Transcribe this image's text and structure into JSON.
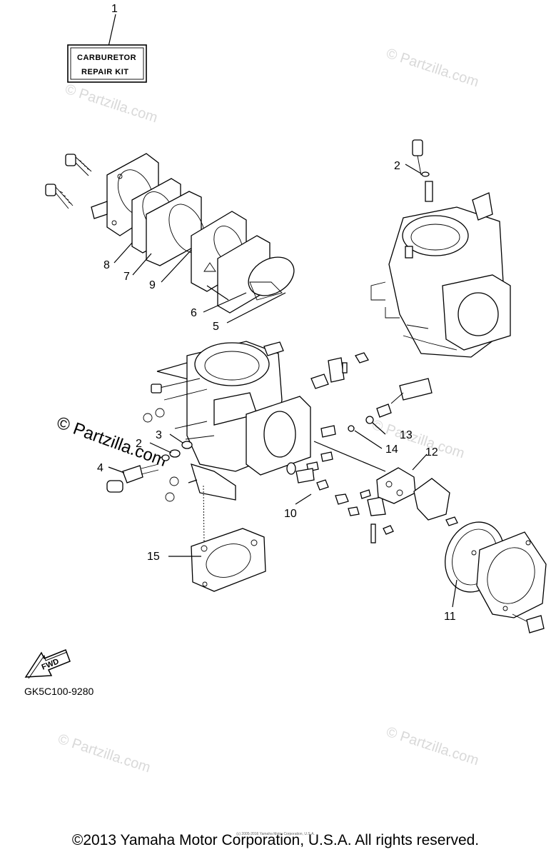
{
  "watermarks": {
    "text": "© Partzilla.com",
    "bold_text": "© Partzilla.com"
  },
  "kit_label": {
    "line1": "CARBURETOR",
    "line2": "REPAIR KIT"
  },
  "callouts": [
    "1",
    "2",
    "2",
    "3",
    "4",
    "5",
    "6",
    "7",
    "8",
    "9",
    "10",
    "11",
    "12",
    "13",
    "14",
    "15"
  ],
  "fwd_label": "FWD",
  "part_code": "GK5C100-9280",
  "small_copyright": "(c) 2005-2016 Yamaha Motor Corporation, U.S.A.",
  "copyright": "©2013 Yamaha Motor Corporation, U.S.A. All rights reserved."
}
